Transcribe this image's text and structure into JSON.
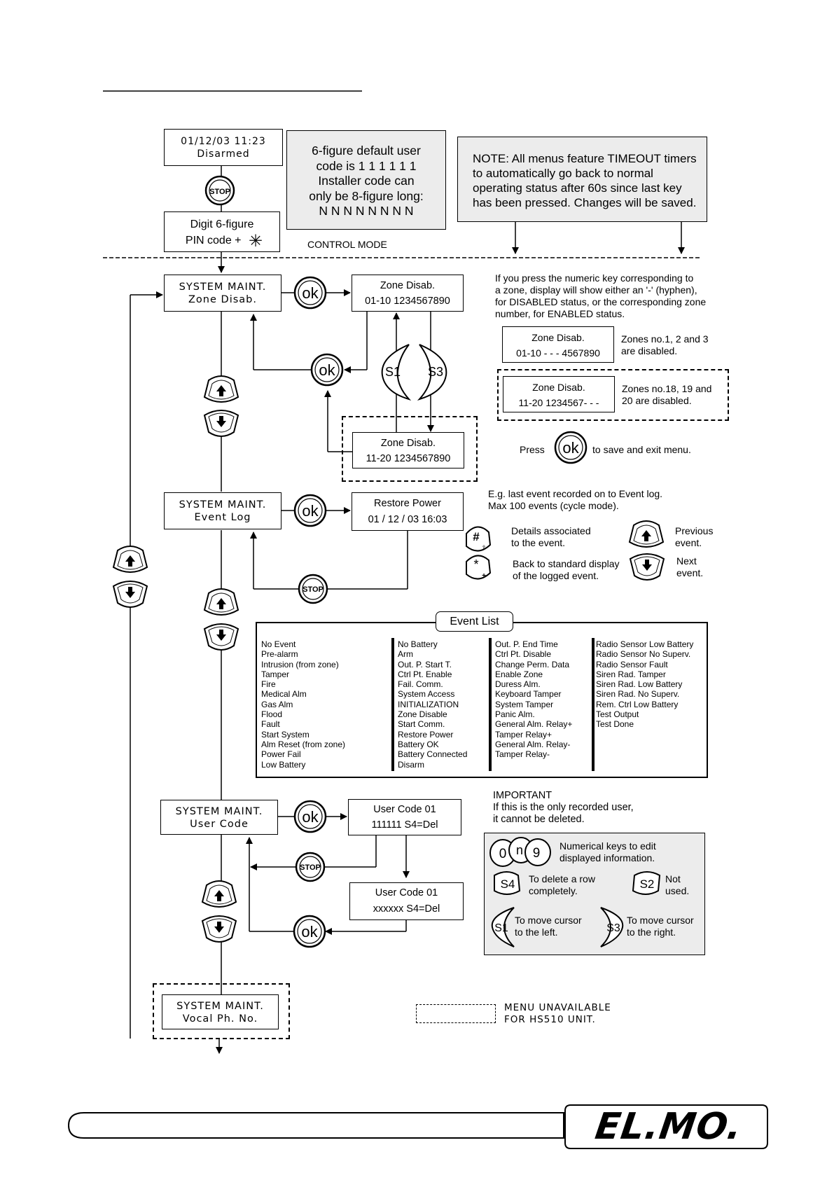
{
  "display_idle": {
    "line1": "01/12/03  11:23",
    "line2": "Disarmed"
  },
  "default_code_note": {
    "l1": "6-figure default user",
    "l2": "code is 1 1 1 1 1 1",
    "l3": "Installer code can",
    "l4": "only be 8-figure long:",
    "l5": "N N N N N N N N"
  },
  "timeout_note": {
    "l1": "NOTE: All menus feature TIMEOUT timers",
    "l2": "to automatically go back to normal",
    "l3": "operating status after 60s since last key",
    "l4": "has been pressed. Changes will be saved."
  },
  "pin_box": {
    "line1": "Digit 6-figure",
    "line2": "PIN code  +"
  },
  "control_mode": "CONTROL MODE",
  "zone": {
    "menu": {
      "line1": "SYSTEM MAINT.",
      "line2": "Zone Disab."
    },
    "disp1": {
      "line1": "Zone Disab.",
      "line2": "01-10  1234567890"
    },
    "disp2": {
      "line1": "Zone Disab.",
      "line2": "11-20  1234567890"
    },
    "info": {
      "l1": "If you press the numeric key corresponding to",
      "l2": "a zone, display will show either an '-' (hyphen),",
      "l3": "for DISABLED status, or the corresponding zone",
      "l4": "number, for ENABLED status."
    },
    "ex1": {
      "line1": "Zone Disab.",
      "line2": "01-10  - - - 4567890",
      "note1": "Zones no.1, 2 and 3",
      "note2": "are disabled."
    },
    "ex2": {
      "line1": "Zone Disab.",
      "line2": "11-20  1234567- - -",
      "note1": "Zones no.18, 19 and",
      "note2": "20 are disabled."
    },
    "press": "Press",
    "save": "to save and exit menu."
  },
  "event": {
    "menu": {
      "line1": "SYSTEM MAINT.",
      "line2": "Event Log"
    },
    "disp": {
      "line1": "Restore     Power",
      "line2": "01 / 12 / 03  16:03"
    },
    "info": {
      "l1": "E.g. last event recorded on to Event log.",
      "l2": "Max 100 events (cycle mode)."
    },
    "details": {
      "l1": "Details associated",
      "l2": "to the event."
    },
    "back": {
      "l1": "Back to standard display",
      "l2": "of the logged event."
    },
    "previous": {
      "l1": "Previous",
      "l2": "event."
    },
    "next": {
      "l1": "Next",
      "l2": "event."
    }
  },
  "event_list": {
    "title": "Event List",
    "col1": [
      "No Event",
      "Pre-alarm",
      "Intrusion (from zone)",
      "Tamper",
      "Fire",
      "Medical Alm",
      "Gas Alm",
      "Flood",
      "Fault",
      "Start System",
      "Alm Reset (from zone)",
      "Power Fail",
      "Low Battery"
    ],
    "col2": [
      "No Battery",
      "Arm",
      "Out. P. Start T.",
      "Ctrl Pt. Enable",
      "Fail. Comm.",
      "System Access",
      "INITIALIZATION",
      "Zone Disable",
      "Start Comm.",
      "Restore Power",
      "Battery OK",
      "Battery Connected",
      "Disarm"
    ],
    "col3": [
      "Out. P. End Time",
      "Ctrl Pt. Disable",
      "Change Perm. Data",
      "Enable Zone",
      "Duress Alm.",
      "Keyboard Tamper",
      "System Tamper",
      "Panic Alm.",
      "General Alm. Relay+",
      "Tamper Relay+",
      "General Alm. Relay-",
      "Tamper Relay-"
    ],
    "col4": [
      "Radio Sensor Low Battery",
      "Radio Sensor No Superv.",
      "Radio Sensor Fault",
      "Siren Rad. Tamper",
      "Siren Rad. Low Battery",
      "Siren Rad. No Superv.",
      "Rem. Ctrl Low Battery",
      "Test Output",
      "Test Done"
    ]
  },
  "user": {
    "menu": {
      "line1": "SYSTEM MAINT.",
      "line2": "User Code"
    },
    "disp1": {
      "line1": "User Code    01",
      "line2": "111111      S4=Del"
    },
    "disp2": {
      "line1": "User Code    01",
      "line2": "xxxxxx      S4=Del"
    },
    "important": {
      "l1": "IMPORTANT",
      "l2": "If this is the only recorded user,",
      "l3": "it cannot be deleted."
    },
    "keys": {
      "num": {
        "l1": "Numerical keys to edit",
        "l2": "displayed information."
      },
      "s4": {
        "l1": "To delete a row",
        "l2": "completely."
      },
      "s2": {
        "l1": "Not",
        "l2": "used."
      },
      "s1": {
        "l1": "To move cursor",
        "l2": "to the left."
      },
      "s3": {
        "l1": "To move cursor",
        "l2": "to the right."
      }
    }
  },
  "vocal": {
    "menu": {
      "line1": "SYSTEM MAINT.",
      "line2": "Vocal Ph. No."
    }
  },
  "legend": {
    "l1": "MENU UNAVAILABLE",
    "l2": "FOR HS510 UNIT."
  },
  "buttons": {
    "ok": "ok",
    "stop": "STOP",
    "s1": "S1",
    "s2": "S2",
    "s3": "S3",
    "s4": "S4",
    "key0": "0",
    "keyn": "n",
    "key9": "9",
    "hash": "#",
    "star": "*"
  },
  "logo": "EL.MO."
}
